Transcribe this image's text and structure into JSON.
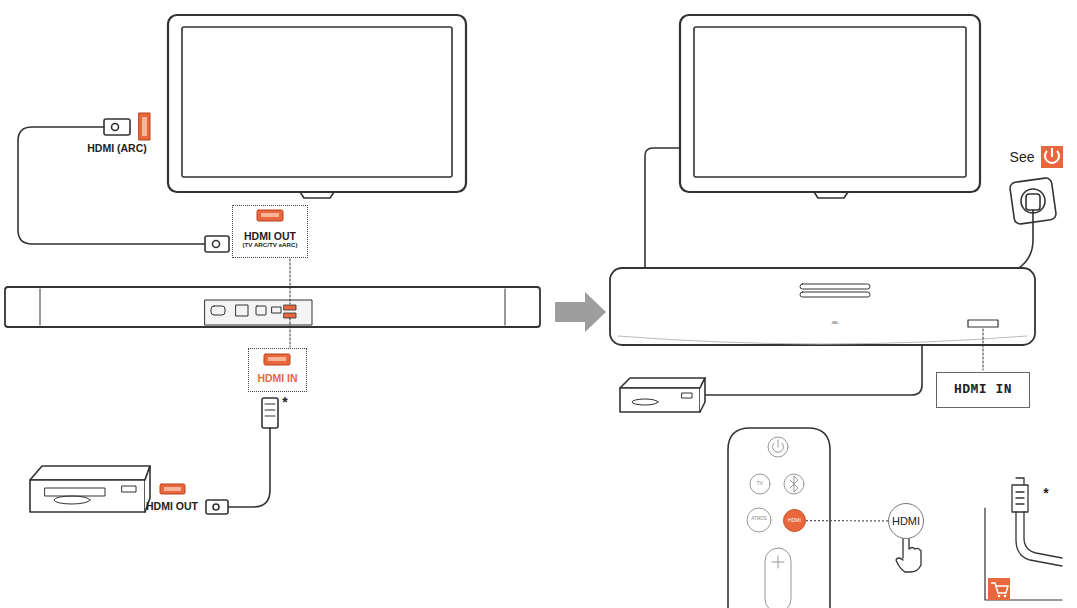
{
  "diagram": {
    "nodes": [
      {
        "text": [
          "HDMI OUT",
          "(TV ARC/TV eARC)"
        ]
      },
      {
        "text": [
          "HDMI IN"
        ]
      },
      {
        "text": [
          "HDMI IN"
        ]
      },
      {
        "text": [
          "HDMI"
        ]
      },
      {
        "text": [
          "HDMI"
        ]
      }
    ],
    "edges": [
      {
        "from": 3,
        "to": 4,
        "arrow": "none"
      }
    ],
    "labels": [
      "HDMI (ARC)",
      "*",
      "HDMI OUT",
      "See",
      "*",
      "TV",
      "ATMOS",
      "JBL"
    ]
  }
}
